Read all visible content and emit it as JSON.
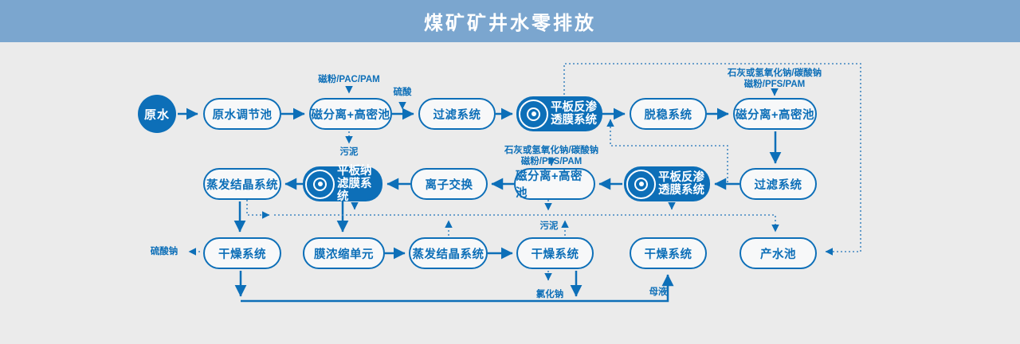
{
  "header": {
    "title": "煤矿矿井水零排放"
  },
  "nodes": {
    "raw_water": "原水",
    "regulating_tank": "原水调节池",
    "magsep_hd_1": "磁分离+高密池",
    "filter_1": "过滤系统",
    "ro_1": "平板反渗透膜系统",
    "destabilization": "脱稳系统",
    "magsep_hd_2": "磁分离+高密池",
    "filter_2": "过滤系统",
    "ro_2": "平板反渗透膜系统",
    "magsep_hd_3": "磁分离+高密池",
    "ion_exchange": "离子交换",
    "nanofiltration": "平板纳滤膜系统",
    "evap_crystal_1": "蒸发结晶系统",
    "drying_1": "干燥系统",
    "membrane_conc": "膜浓缩单元",
    "evap_crystal_2": "蒸发结晶系统",
    "drying_2": "干燥系统",
    "drying_3": "干燥系统",
    "product_pool": "产水池"
  },
  "annotations": {
    "magnetite_pac_pam": "磁粉/PAC/PAM",
    "sulfuric_acid": "硫酸",
    "sludge_top": "污泥",
    "lime_naoh_soda_1": "石灰或氢氧化钠/碳酸钠",
    "magnetite_pfs_pam_1": "磁粉/PFS/PAM",
    "lime_naoh_soda_2": "石灰或氢氧化钠/碳酸钠",
    "magnetite_pfs_pam_2": "磁粉/PFS/PAM",
    "sludge_mid": "污泥",
    "sodium_sulfate": "硫酸钠",
    "sodium_chloride": "氯化钠",
    "mother_liquor": "母液"
  },
  "edges": [
    {
      "from": "raw_water",
      "to": "regulating_tank",
      "style": "solid"
    },
    {
      "from": "regulating_tank",
      "to": "magsep_hd_1",
      "style": "solid"
    },
    {
      "from": "magsep_hd_1",
      "to": "filter_1",
      "style": "solid"
    },
    {
      "from": "filter_1",
      "to": "ro_1",
      "style": "solid"
    },
    {
      "from": "ro_1",
      "to": "destabilization",
      "style": "solid"
    },
    {
      "from": "destabilization",
      "to": "magsep_hd_2",
      "style": "solid"
    },
    {
      "from": "magsep_hd_2",
      "to": "filter_2",
      "style": "solid"
    },
    {
      "from": "filter_2",
      "to": "ro_2",
      "style": "solid"
    },
    {
      "from": "ro_2",
      "to": "magsep_hd_3",
      "style": "solid"
    },
    {
      "from": "magsep_hd_3",
      "to": "ion_exchange",
      "style": "solid"
    },
    {
      "from": "ion_exchange",
      "to": "nanofiltration",
      "style": "solid"
    },
    {
      "from": "nanofiltration",
      "to": "evap_crystal_1",
      "style": "solid"
    },
    {
      "from": "evap_crystal_1",
      "to": "drying_1",
      "style": "solid"
    },
    {
      "from": "nanofiltration",
      "to": "membrane_conc",
      "style": "solid"
    },
    {
      "from": "membrane_conc",
      "to": "evap_crystal_2",
      "style": "solid"
    },
    {
      "from": "evap_crystal_2",
      "to": "drying_2",
      "style": "solid"
    },
    {
      "from": "drying_1",
      "to": "drying_3",
      "style": "solid",
      "label": "母液"
    },
    {
      "from": "drying_2",
      "to": "drying_3",
      "style": "solid",
      "label": "母液"
    },
    {
      "from": "ro_1",
      "to": "product_pool",
      "style": "dotted"
    },
    {
      "from": "filter_2",
      "to": "destabilization",
      "style": "dotted"
    },
    {
      "from": "evap_crystal_1",
      "to": "product_pool",
      "style": "dotted"
    },
    {
      "from": "nanofiltration",
      "to": "product_pool",
      "style": "dotted"
    },
    {
      "from": "ro_2",
      "to": "product_pool",
      "style": "dotted"
    },
    {
      "from": "evap_crystal_2",
      "to": "product_pool",
      "style": "dotted"
    },
    {
      "from": "drying_2",
      "to": "product_pool",
      "style": "dotted"
    },
    {
      "from": "magsep_hd_1",
      "to": "污泥",
      "style": "dotted"
    },
    {
      "from": "magsep_hd_3",
      "to": "污泥",
      "style": "dotted"
    },
    {
      "from": "drying_1",
      "to": "硫酸钠",
      "style": "dotted"
    },
    {
      "from": "drying_2",
      "to": "氯化钠",
      "style": "dotted"
    },
    {
      "from": "磁粉/PAC/PAM",
      "to": "magsep_hd_1",
      "style": "dotted"
    },
    {
      "from": "硫酸",
      "to": "magsep_hd_1→filter_1",
      "style": "dotted"
    },
    {
      "from": "石灰或氢氧化钠/碳酸钠 磁粉/PFS/PAM",
      "to": "magsep_hd_2",
      "style": "dotted"
    },
    {
      "from": "石灰或氢氧化钠/碳酸钠 磁粉/PFS/PAM",
      "to": "magsep_hd_3",
      "style": "dotted"
    }
  ],
  "colors": {
    "primary": "#0d6fb8",
    "header_bg": "#7ba6cf",
    "background": "#ebebeb",
    "dotted": "#4388c1"
  }
}
